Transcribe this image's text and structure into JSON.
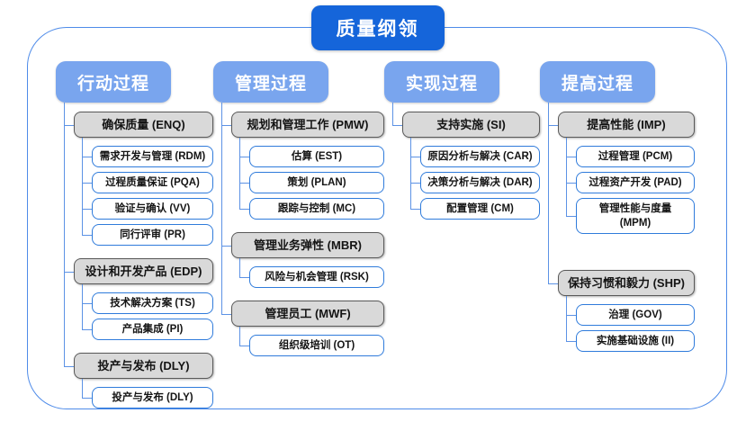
{
  "diagram": {
    "title": "质量纲领",
    "columns": [
      {
        "id": "action-process",
        "label": "行动过程",
        "groups": [
          {
            "label": "确保质量 (ENQ)",
            "children": [
              "需求开发与管理 (RDM)",
              "过程质量保证 (PQA)",
              "验证与确认 (VV)",
              "同行评审 (PR)"
            ]
          },
          {
            "label": "设计和开发产品 (EDP)",
            "children": [
              "技术解决方案 (TS)",
              "产品集成 (PI)"
            ]
          },
          {
            "label": "投产与发布 (DLY)",
            "children": [
              "投产与发布 (DLY)"
            ]
          }
        ]
      },
      {
        "id": "management-process",
        "label": "管理过程",
        "groups": [
          {
            "label": "规划和管理工作 (PMW)",
            "children": [
              "估算 (EST)",
              "策划 (PLAN)",
              "跟踪与控制 (MC)"
            ]
          },
          {
            "label": "管理业务弹性 (MBR)",
            "children": [
              "风险与机会管理 (RSK)"
            ]
          },
          {
            "label": "管理员工 (MWF)",
            "children": [
              "组织级培训 (OT)"
            ]
          }
        ]
      },
      {
        "id": "realization-process",
        "label": "实现过程",
        "groups": [
          {
            "label": "支持实施 (SI)",
            "children": [
              "原因分析与解决 (CAR)",
              "决策分析与解决 (DAR)",
              "配置管理 (CM)"
            ]
          }
        ]
      },
      {
        "id": "improvement-process",
        "label": "提高过程",
        "groups": [
          {
            "label": "提高性能 (IMP)",
            "children": [
              "过程管理 (PCM)",
              "过程资产开发 (PAD)",
              "管理性能与度量\n(MPM)"
            ]
          },
          {
            "label": "保持习惯和毅力 (SHP)",
            "children": [
              "治理 (GOV)",
              "实施基础设施 (II)"
            ]
          }
        ]
      }
    ],
    "colors": {
      "title_bg": "#1565DA",
      "header_bg": "#79A5EE",
      "group_fill": "#D9D9D9",
      "group_border": "#595959",
      "leaf_border": "#2F7BDB",
      "connector": "#5C92E5",
      "frame_border": "#4E8BE9"
    }
  }
}
